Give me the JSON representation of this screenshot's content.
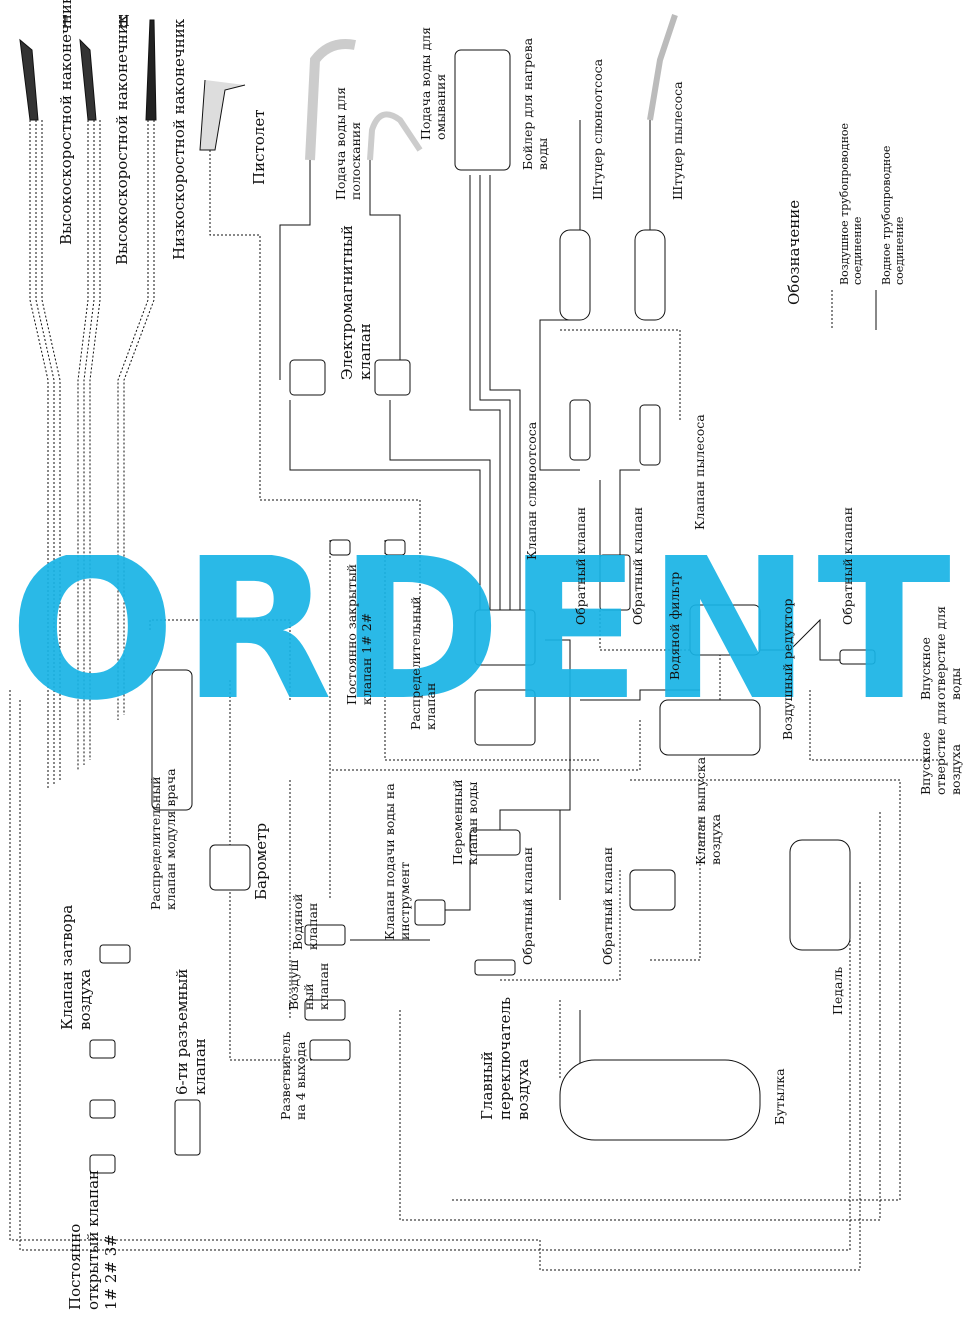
{
  "watermark": "ORDENT",
  "roman": {
    "i": "I",
    "ii": "II"
  },
  "labels": {
    "high_speed_1": "Высокоскоростной наконечник",
    "high_speed_2": "Высокоскоростной наконечник",
    "low_speed": "Низкоскоростной наконечник",
    "pistol": "Пистолет",
    "rinse_water": [
      "Подача воды для",
      "полоскания"
    ],
    "wash_water": [
      "Подача воды для",
      "омывания"
    ],
    "boiler": [
      "Бойлер для нагрева",
      "воды"
    ],
    "saliva_fitting": "Штуцер слюноотсоса",
    "vacuum_fitting": "Штуцер пылесоса",
    "electromagnetic_valve": [
      "Электромагнитный",
      "клапан"
    ],
    "saliva_valve": "Клапан слюноотсоса",
    "vacuum_valve": "Клапан пылесоса",
    "check_valve_1": "Обратный клапан",
    "check_valve_2": "Обратный клапан",
    "check_valve_3": "Обратный клапан",
    "check_valve_4": "Обратный клапан",
    "check_valve_5": "Обратный клапан",
    "water_filter": "Водяной фильтр",
    "air_reducer": "Воздушный редуктор",
    "water_inlet": [
      "Впускное",
      "отверстие для",
      "воды"
    ],
    "air_inlet": [
      "Впускное",
      "отверстие для",
      "воздуха"
    ],
    "normally_closed": [
      "Постоянно закрытый",
      "клапан   1# 2#"
    ],
    "distribution_valve": [
      "Распределительный",
      "клапан"
    ],
    "variable_water_valve": [
      "Переменный",
      "клапан воды"
    ],
    "exhaust_valve": [
      "Клапан выпуска",
      "воздуха"
    ],
    "doctor_module_valve": [
      "Распределительный",
      "клапан модуля врача"
    ],
    "barometer": "Барометр",
    "instrument_water_valve": [
      "Клапан подачи воды на",
      "инструмент"
    ],
    "water_valve": [
      "Водяной",
      "клапан"
    ],
    "air_valve": [
      "Воздуш",
      "ный",
      "клапан"
    ],
    "splitter": [
      "Разветвитель",
      "на 4 выхода"
    ],
    "shutter_valve": [
      "Клапан затвора",
      "воздуха"
    ],
    "six_way_valve": [
      "6-ти разъемный",
      "клапан"
    ],
    "main_switch": [
      "Главный",
      "переключатель",
      "воздуха"
    ],
    "pedal": "Педаль",
    "bottle": "Бутылка",
    "normally_open": [
      "Постоянно",
      "открытый клапан",
      "1# 2# 3#"
    ]
  },
  "legend": {
    "title": "Обозначение",
    "air": [
      "Воздушное трубопроводное",
      "соединение"
    ],
    "water": [
      "Водное трубопроводное",
      "соединение"
    ]
  },
  "colors": {
    "watermark": "#18b4e6",
    "line": "#111111"
  }
}
